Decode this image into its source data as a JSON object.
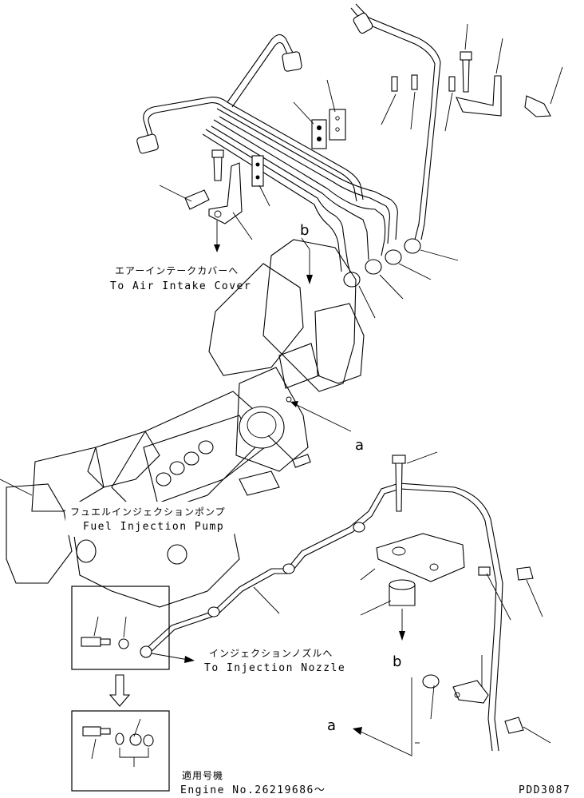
{
  "diagram": {
    "callouts": {
      "air_intake_jp": "エアーインテークカバーへ",
      "air_intake_en": "To Air Intake Cover",
      "fuel_pump_jp": "フュエルインジェクションポンプ",
      "fuel_pump_en": "Fuel Injection Pump",
      "nozzle_jp": "インジェクションノズルへ",
      "nozzle_en": "To Injection Nozzle",
      "applicable_jp": "適用号機",
      "engine_no": "Engine No.26219686～"
    },
    "letters": {
      "b_top": "b",
      "a_mid": "a",
      "b_mid": "b",
      "a_bottom": "a"
    },
    "drawing_code": "PDD3087"
  }
}
